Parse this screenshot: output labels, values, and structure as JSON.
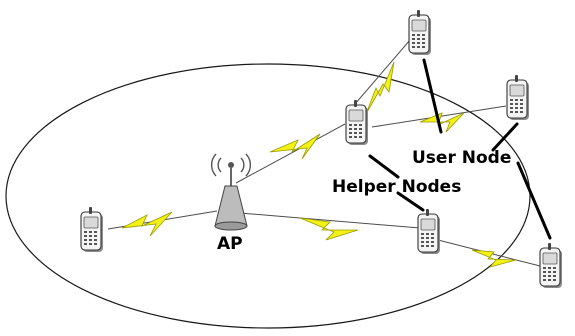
{
  "labels": {
    "ap": "AP",
    "user_node": "User Node",
    "helper_nodes": "Helper Nodes"
  },
  "colors": {
    "background": "#ffffff",
    "outline": "#1a1a1a",
    "link_wire": "#4d4d4d",
    "lightning_fill": "#f2f218",
    "lightning_stroke": "#9a9a00",
    "phone_body": "#f4f4f4",
    "phone_shadow": "#8c8c8c",
    "phone_screen": "#d9d9d9",
    "antenna": "#bcbcbc",
    "pointer_line": "#000000"
  },
  "icons": {
    "access_point": "access-point-icon",
    "mobile_device": "mobile-phone-icon",
    "wireless_link": "lightning-bolt-icon",
    "radio_waves": "radio-waves-icon"
  }
}
